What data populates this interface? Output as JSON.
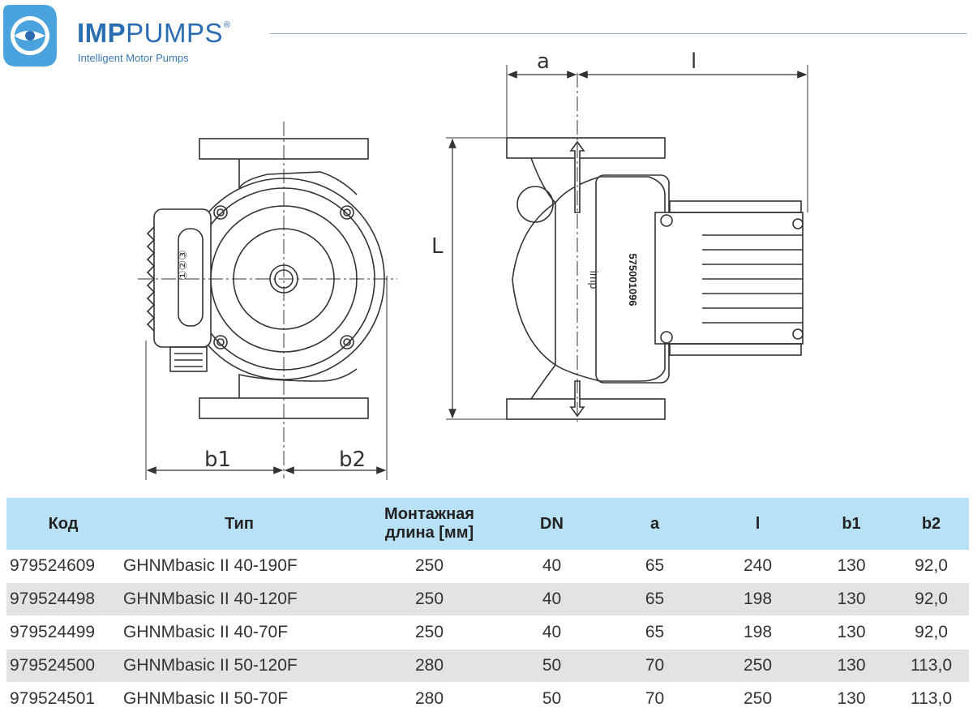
{
  "header": {
    "brand_bold": "IMP",
    "brand_light": "PUMPS",
    "brand_reg": "®",
    "tagline": "Intelligent Motor Pumps"
  },
  "drawing": {
    "dim_a": "a",
    "dim_l": "l",
    "dim_L": "L",
    "dim_b1": "b1",
    "dim_b2": "b2",
    "label_serial": "575001096",
    "label_logo": "imp",
    "label_speeds": "①②③"
  },
  "table": {
    "headers": [
      "Код",
      "Тип",
      "Монтажная",
      "длина [мм]",
      "DN",
      "a",
      "l",
      "b1",
      "b2"
    ],
    "rows": [
      [
        "979524609",
        "GHNMbasic II 40-190F",
        "250",
        "40",
        "65",
        "240",
        "130",
        "92,0"
      ],
      [
        "979524498",
        "GHNMbasic II 40-120F",
        "250",
        "40",
        "65",
        "198",
        "130",
        "92,0"
      ],
      [
        "979524499",
        "GHNMbasic II 40-70F",
        "250",
        "40",
        "65",
        "198",
        "130",
        "92,0"
      ],
      [
        "979524500",
        "GHNMbasic II 50-120F",
        "280",
        "50",
        "70",
        "250",
        "130",
        "113,0"
      ],
      [
        "979524501",
        "GHNMbasic II 50-70F",
        "280",
        "50",
        "70",
        "250",
        "130",
        "113,0"
      ]
    ]
  },
  "colors": {
    "brand_blue": "#2a6db3",
    "logo_blue": "#4aa3dc",
    "table_header_bg": "#b9e1f6",
    "alt_row_bg": "#e3e3e3"
  }
}
